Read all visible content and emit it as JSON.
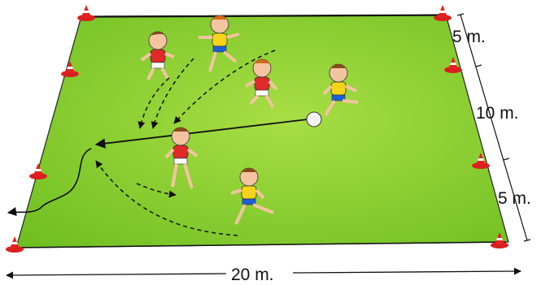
{
  "field": {
    "color": "#7ecb2a",
    "highlight": "#a6dc3e",
    "line_color": "#1a1a1a"
  },
  "labels": {
    "top_section": "5 m.",
    "middle_section": "10 m.",
    "bottom_section": "5 m.",
    "width": "20 m."
  },
  "cones": {
    "count": 8,
    "color": "#e42121",
    "stripe": "#ffffff"
  },
  "ball": {
    "color": "#f2f2f2"
  },
  "teams": [
    {
      "name": "red",
      "shirt": "#e02a2a",
      "shorts": "#ffffff",
      "players": 3
    },
    {
      "name": "yellow",
      "shirt": "#f5d419",
      "shorts": "#1f5fd6",
      "players": 3
    }
  ]
}
